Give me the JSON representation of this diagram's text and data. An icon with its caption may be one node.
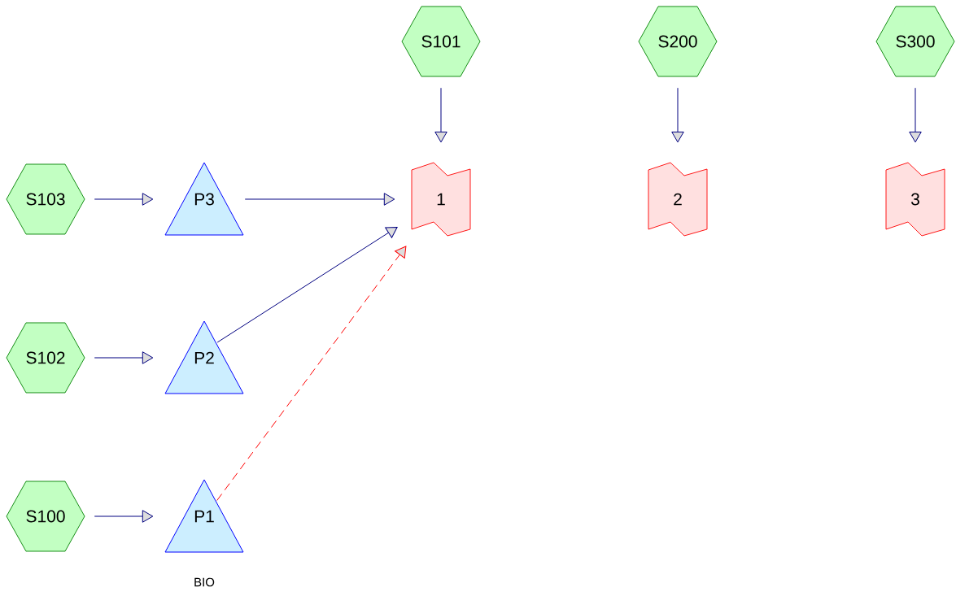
{
  "diagram": {
    "nodes": [
      {
        "text": [
          "S101"
        ]
      },
      {
        "text": [
          "S200"
        ]
      },
      {
        "text": [
          "S300"
        ]
      },
      {
        "text": [
          "S103"
        ]
      },
      {
        "text": [
          "P3"
        ]
      },
      {
        "text": [
          "1"
        ]
      },
      {
        "text": [
          "2"
        ]
      },
      {
        "text": [
          "3"
        ]
      },
      {
        "text": [
          "S102"
        ]
      },
      {
        "text": [
          "P2"
        ]
      },
      {
        "text": [
          "S100"
        ]
      },
      {
        "text": [
          "P1"
        ]
      }
    ],
    "edges": [
      {
        "from": 0,
        "to": 5,
        "arrow": "to"
      },
      {
        "from": 1,
        "to": 6,
        "arrow": "to"
      },
      {
        "from": 2,
        "to": 7,
        "arrow": "to"
      },
      {
        "from": 3,
        "to": 4,
        "arrow": "to"
      },
      {
        "from": 4,
        "to": 5,
        "arrow": "to"
      },
      {
        "from": 8,
        "to": 9,
        "arrow": "to"
      },
      {
        "from": 9,
        "to": 5,
        "arrow": "to"
      },
      {
        "from": 10,
        "to": 11,
        "arrow": "to"
      },
      {
        "from": 11,
        "to": 5,
        "arrow": "to",
        "style": "dashed",
        "color": "#ff0000"
      }
    ],
    "labels": [
      "BIO"
    ]
  }
}
